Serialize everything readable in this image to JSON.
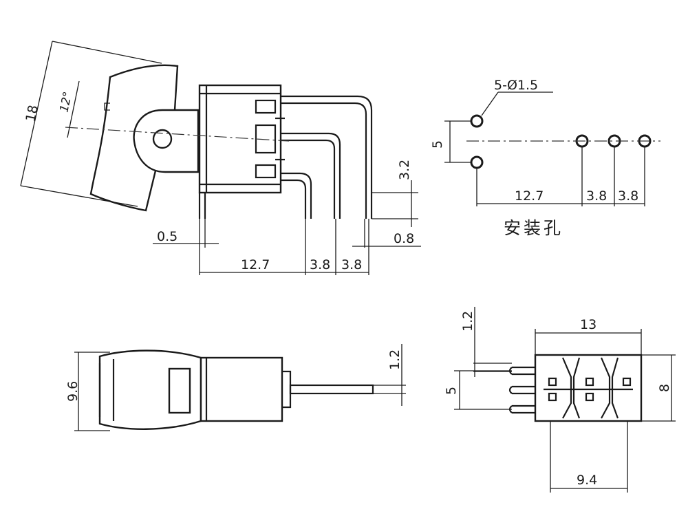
{
  "labels": {
    "side_height": "18",
    "angle": "12°",
    "pin_offset": "3.2",
    "side_left_gap": "0.5",
    "side_pin_width": "0.8",
    "side_span": "12.7",
    "side_pitch_a": "3.8",
    "side_pitch_b": "3.8",
    "hole_spec": "5-Ø1.5",
    "hole_vertical": "5",
    "hole_span": "12.7",
    "hole_pitch_a": "3.8",
    "hole_pitch_b": "3.8",
    "mounting_holes_caption": "安装孔",
    "top_width": "9.6",
    "top_pin_thickness": "1.2",
    "end_top": "1.2",
    "end_width": "13",
    "end_vertical": "5",
    "end_height": "8",
    "end_bottom": "9.4"
  }
}
